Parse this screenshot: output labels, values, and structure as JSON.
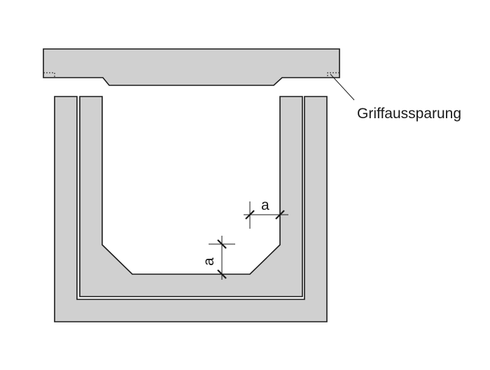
{
  "labels": {
    "callout": "Griffaussparung",
    "dimension_horizontal": "a",
    "dimension_vertical": "a"
  },
  "colors": {
    "fill": "#d0d0d0",
    "stroke": "#1a1a1a",
    "background": "#ffffff"
  }
}
